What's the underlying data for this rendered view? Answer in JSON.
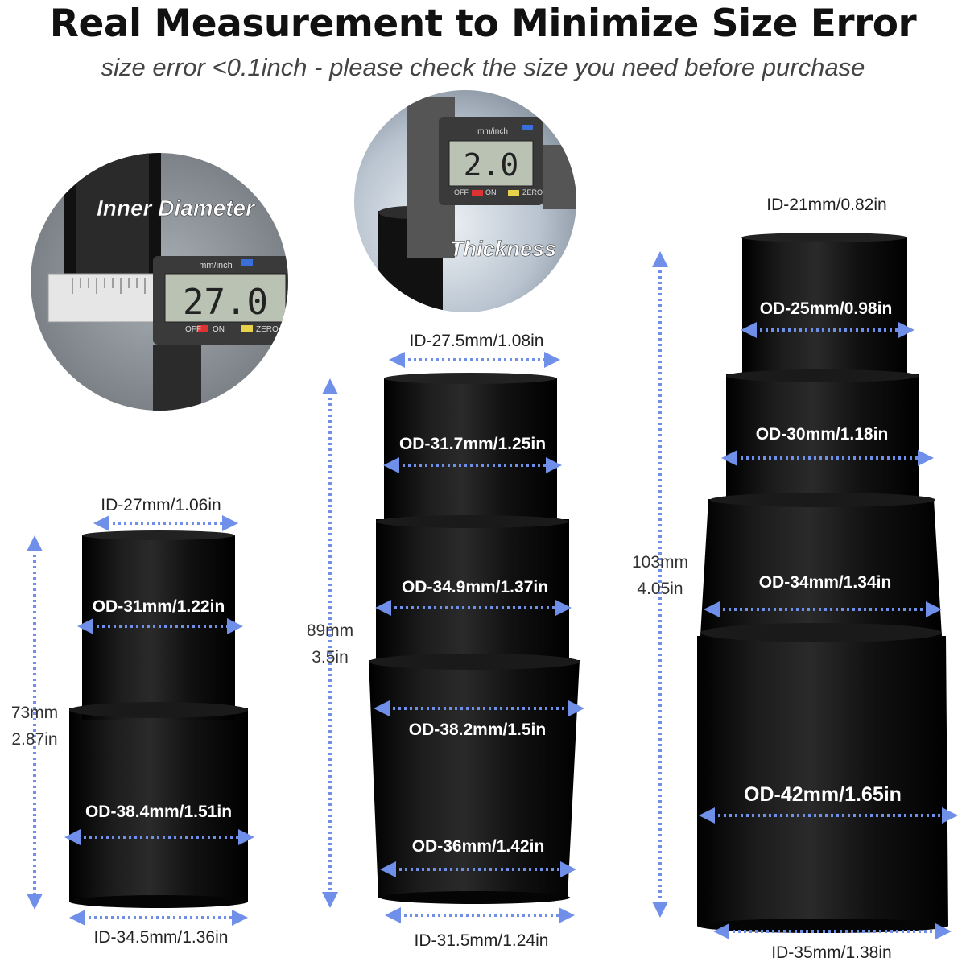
{
  "header": {
    "title": "Real Measurement to Minimize Size Error",
    "subtitle": "size error <0.1inch - please check the size you need before purchase"
  },
  "insets": {
    "inner_diameter": {
      "caption": "Inner Diameter",
      "reading": "27.0",
      "unit_label": "mm/inch",
      "buttons": [
        "OFF",
        "ON",
        "ZERO"
      ]
    },
    "thickness": {
      "caption": "Thickness",
      "reading": "2.0",
      "unit_label": "mm/inch",
      "buttons": [
        "OFF",
        "ON",
        "ZERO"
      ]
    }
  },
  "adapters": {
    "small": {
      "top_id": "ID-27mm/1.06in",
      "od_upper": "OD-31mm/1.22in",
      "od_lower": "OD-38.4mm/1.51in",
      "bottom_id": "ID-34.5mm/1.36in",
      "height_mm": "73mm",
      "height_in": "2.87in"
    },
    "medium": {
      "top_id": "ID-27.5mm/1.08in",
      "od_1": "OD-31.7mm/1.25in",
      "od_2": "OD-34.9mm/1.37in",
      "od_3": "OD-38.2mm/1.5in",
      "od_4": "OD-36mm/1.42in",
      "bottom_id": "ID-31.5mm/1.24in",
      "height_mm": "89mm",
      "height_in": "3.5in"
    },
    "large": {
      "top_id": "ID-21mm/0.82in",
      "od_1": "OD-25mm/0.98in",
      "od_2": "OD-30mm/1.18in",
      "od_3": "OD-34mm/1.34in",
      "od_4": "OD-42mm/1.65in",
      "bottom_id": "ID-35mm/1.38in",
      "height_mm": "103mm",
      "height_in": "4.05in"
    }
  },
  "colors": {
    "arrow": "#6f8fe8",
    "tube": "#0b0b0b"
  }
}
